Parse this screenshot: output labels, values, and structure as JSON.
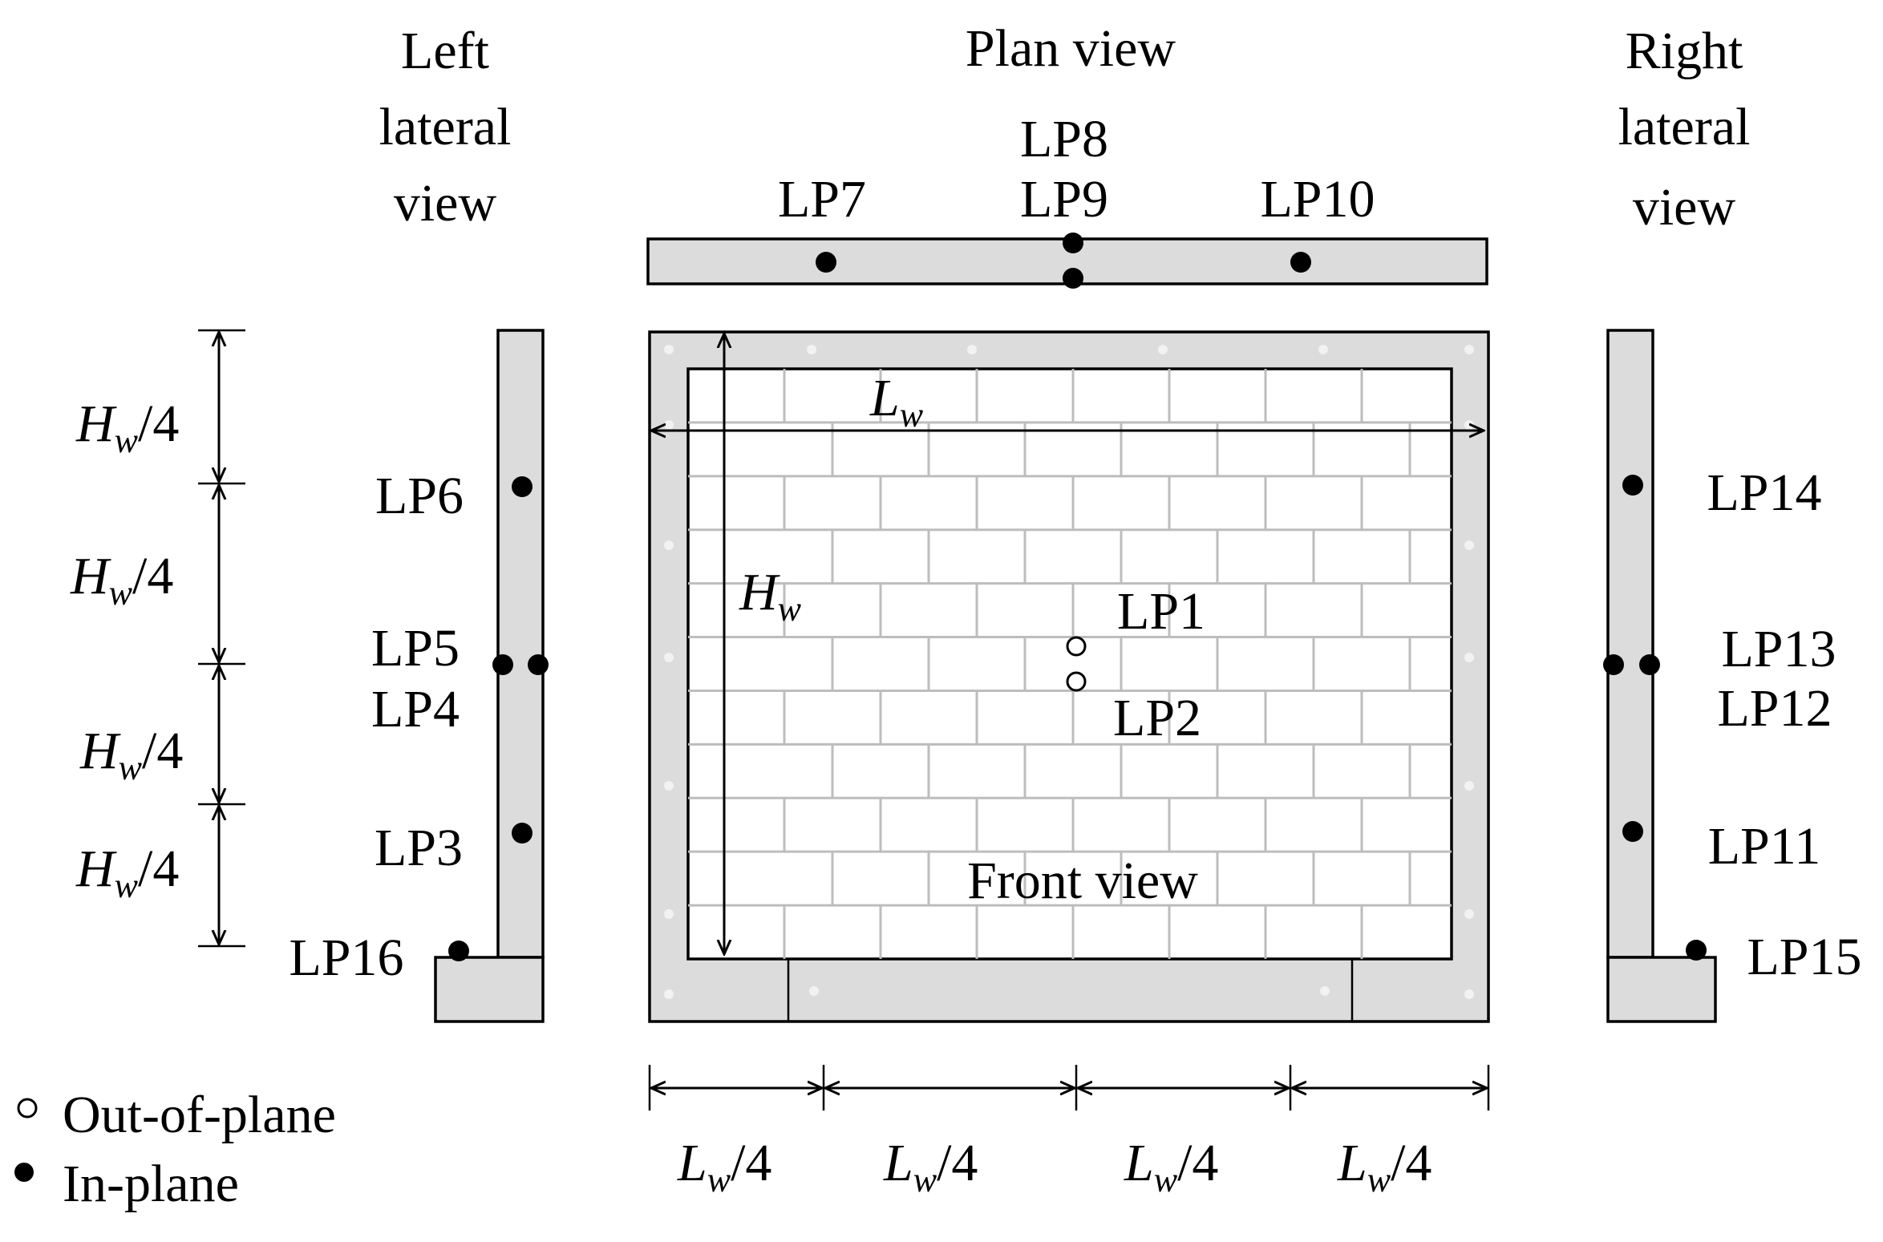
{
  "views": {
    "left": [
      "Left",
      "lateral",
      "view"
    ],
    "plan": "Plan view",
    "right": [
      "Right",
      "lateral",
      "view"
    ],
    "front": "Front view"
  },
  "sensors": {
    "LP1": "LP1",
    "LP2": "LP2",
    "LP3": "LP3",
    "LP4": "LP4",
    "LP5": "LP5",
    "LP6": "LP6",
    "LP7": "LP7",
    "LP8": "LP8",
    "LP9": "LP9",
    "LP10": "LP10",
    "LP11": "LP11",
    "LP12": "LP12",
    "LP13": "LP13",
    "LP14": "LP14",
    "LP15": "LP15",
    "LP16": "LP16"
  },
  "dimensions": {
    "L_symbol": "L",
    "H_symbol": "H",
    "subscript": "w",
    "quarter": "/4"
  },
  "legend": {
    "out_of_plane": "Out-of-plane",
    "in_plane": "In-plane"
  }
}
